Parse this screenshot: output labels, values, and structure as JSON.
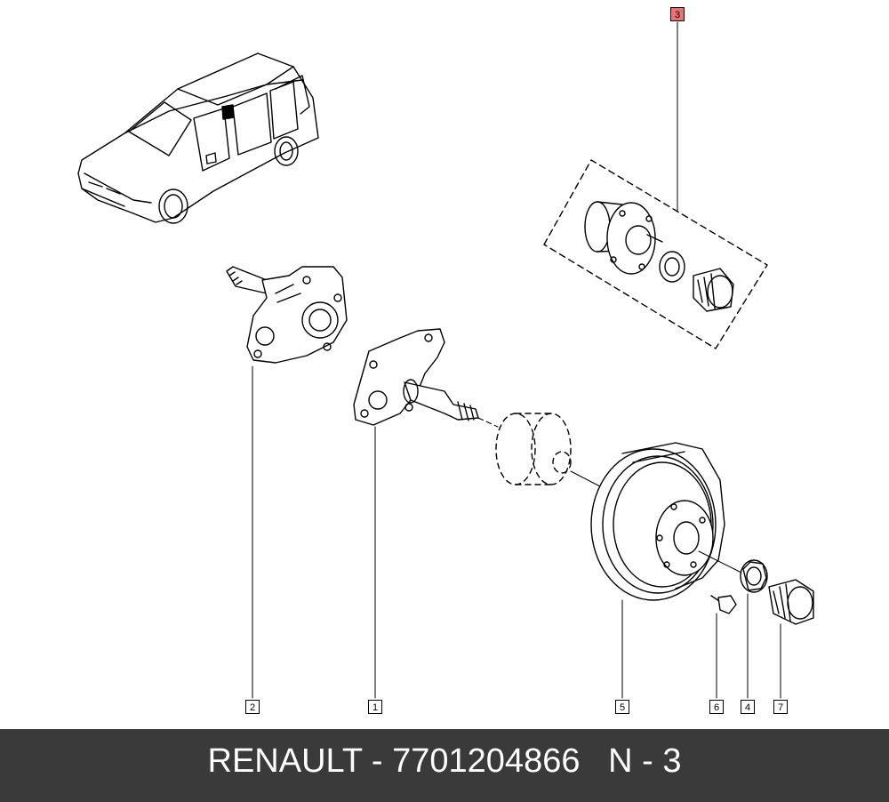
{
  "callouts": {
    "c1": "1",
    "c2": "2",
    "c3": "3",
    "c4": "4",
    "c5": "5",
    "c6": "6",
    "c7": "7"
  },
  "footer": {
    "text": "RENAULT - 7701204866   N - 3"
  },
  "colors": {
    "highlight": "#f07070",
    "footer_bg": "#3a3a3a",
    "footer_text": "#ffffff",
    "line": "#000000"
  }
}
